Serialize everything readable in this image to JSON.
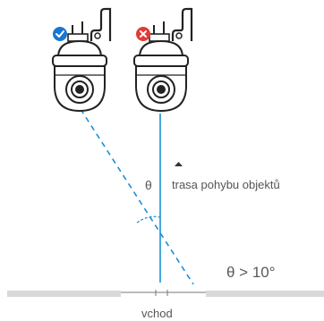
{
  "labels": {
    "motion_path": "trasa pohybu objektů",
    "theta": "θ",
    "angle_condition": "θ > 10°",
    "entrance": "vchod"
  },
  "cameras": [
    {
      "name": "correct-camera",
      "badge": "check-badge-icon"
    },
    {
      "name": "incorrect-camera",
      "badge": "cross-badge-icon"
    }
  ],
  "colors": {
    "accent_blue": "#1a8fd6",
    "check_badge": "#1976d2",
    "cross_badge": "#e53935",
    "line_dark": "#222222",
    "camera_fill": "#ffffff",
    "wall": "#d9d9d9",
    "text": "#555555"
  }
}
